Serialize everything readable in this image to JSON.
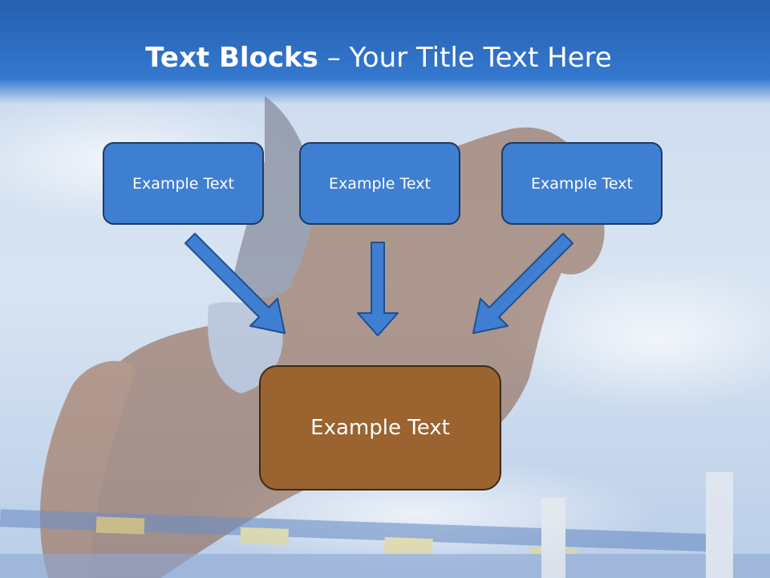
{
  "title": {
    "bold": "Text Blocks",
    "dash": " – ",
    "rest": "Your Title Text Here"
  },
  "blocks": [
    {
      "label": "Example Text"
    },
    {
      "label": "Example Text"
    },
    {
      "label": "Example Text"
    }
  ],
  "main_block": {
    "label": "Example Text"
  },
  "colors": {
    "title_bar": "#2a6bc0",
    "box": "#3f7fd2",
    "main_box": "#9a6330",
    "arrow": "#3f7fd2"
  }
}
